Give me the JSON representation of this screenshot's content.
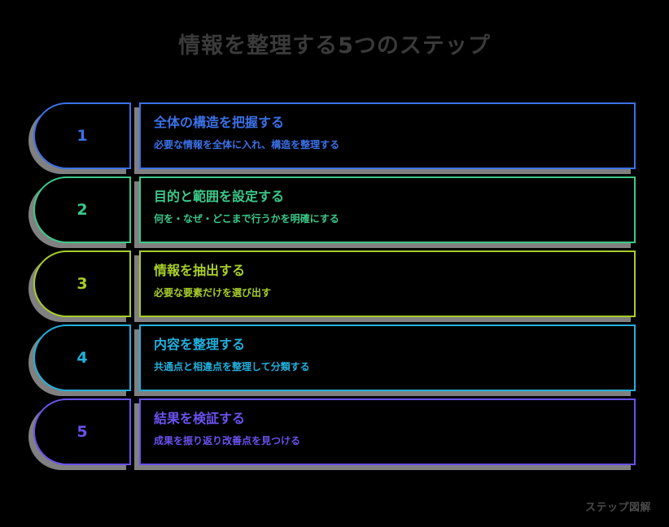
{
  "page": {
    "background_color": "#000000",
    "title": "情報を整理する5つのステップ",
    "title_color": "#3a3a3a",
    "watermark": "ステップ図解",
    "shadow_color": "#808080"
  },
  "steps": [
    {
      "number": "1",
      "color": "#3b71e8",
      "headline": "全体の構造を把握する",
      "subline": "必要な情報を全体に入れ、構造を整理する"
    },
    {
      "number": "2",
      "color": "#3bc98a",
      "headline": "目的と範囲を設定する",
      "subline": "何を・なぜ・どこまで行うかを明確にする"
    },
    {
      "number": "3",
      "color": "#a8cd2b",
      "headline": "情報を抽出する",
      "subline": "必要な要素だけを選び出す"
    },
    {
      "number": "4",
      "color": "#22b0dd",
      "headline": "内容を整理する",
      "subline": "共通点と相違点を整理して分類する"
    },
    {
      "number": "5",
      "color": "#6a52ef",
      "headline": "結果を検証する",
      "subline": "成果を振り返り改善点を見つける"
    }
  ]
}
